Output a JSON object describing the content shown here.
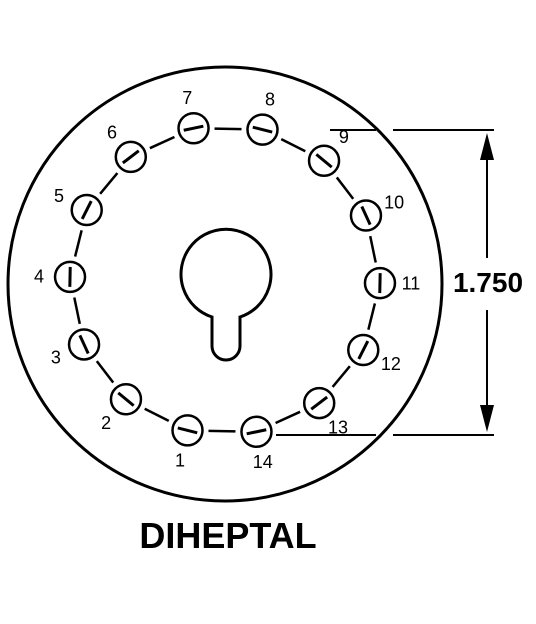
{
  "title": "DIHEPTAL",
  "dimension": "1.750",
  "pins": [
    {
      "label": "1"
    },
    {
      "label": "2"
    },
    {
      "label": "3"
    },
    {
      "label": "4"
    },
    {
      "label": "5"
    },
    {
      "label": "6"
    },
    {
      "label": "7"
    },
    {
      "label": "8"
    },
    {
      "label": "9"
    },
    {
      "label": "10"
    },
    {
      "label": "11"
    },
    {
      "label": "12"
    },
    {
      "label": "13"
    },
    {
      "label": "14"
    }
  ],
  "colors": {
    "stroke": "#000000",
    "background": "#ffffff"
  }
}
